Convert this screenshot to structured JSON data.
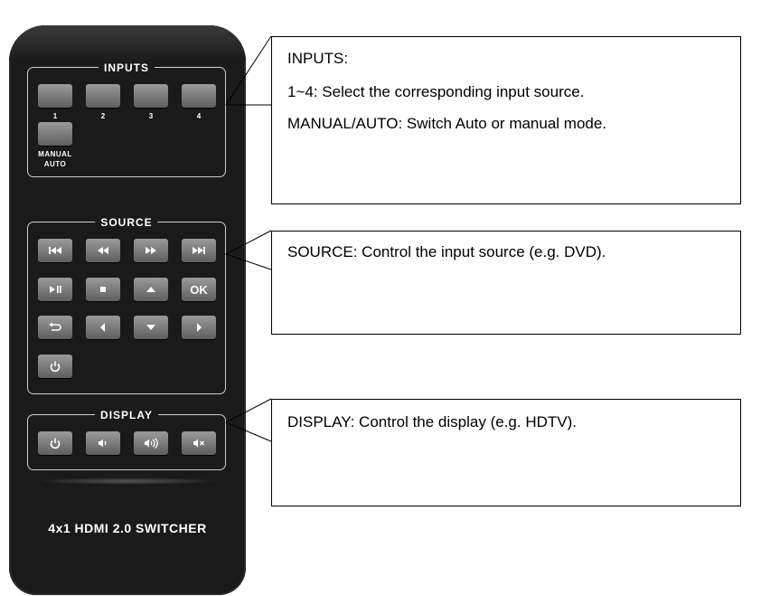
{
  "remote": {
    "model": "4x1 HDMI 2.0 SWITCHER",
    "inputs_panel": {
      "title": "INPUTS",
      "buttons": [
        {
          "label": "1"
        },
        {
          "label": "2"
        },
        {
          "label": "3"
        },
        {
          "label": "4"
        }
      ],
      "manual_auto": {
        "line1": "MANUAL",
        "line2": "AUTO"
      }
    },
    "source_panel": {
      "title": "SOURCE",
      "buttons": [
        {
          "icon": "skip-previous-icon"
        },
        {
          "icon": "rewind-icon"
        },
        {
          "icon": "fast-forward-icon"
        },
        {
          "icon": "skip-next-icon"
        },
        {
          "icon": "play-pause-icon"
        },
        {
          "icon": "stop-icon"
        },
        {
          "icon": "arrow-up-icon"
        },
        {
          "label": "OK"
        },
        {
          "icon": "return-icon"
        },
        {
          "icon": "arrow-left-icon"
        },
        {
          "icon": "arrow-down-icon"
        },
        {
          "icon": "arrow-right-icon"
        },
        {
          "icon": "power-icon"
        }
      ]
    },
    "display_panel": {
      "title": "DISPLAY",
      "buttons": [
        {
          "icon": "power-icon"
        },
        {
          "icon": "volume-down-icon"
        },
        {
          "icon": "volume-up-icon"
        },
        {
          "icon": "mute-icon"
        }
      ]
    }
  },
  "callouts": {
    "inputs": {
      "heading": "INPUTS:",
      "line1": "1~4: Select the corresponding input source.",
      "line2": "MANUAL/AUTO: Switch Auto or manual mode."
    },
    "source": {
      "line1": "SOURCE: Control the input source (e.g. DVD)."
    },
    "display": {
      "line1": "DISPLAY: Control the display (e.g. HDTV)."
    }
  }
}
